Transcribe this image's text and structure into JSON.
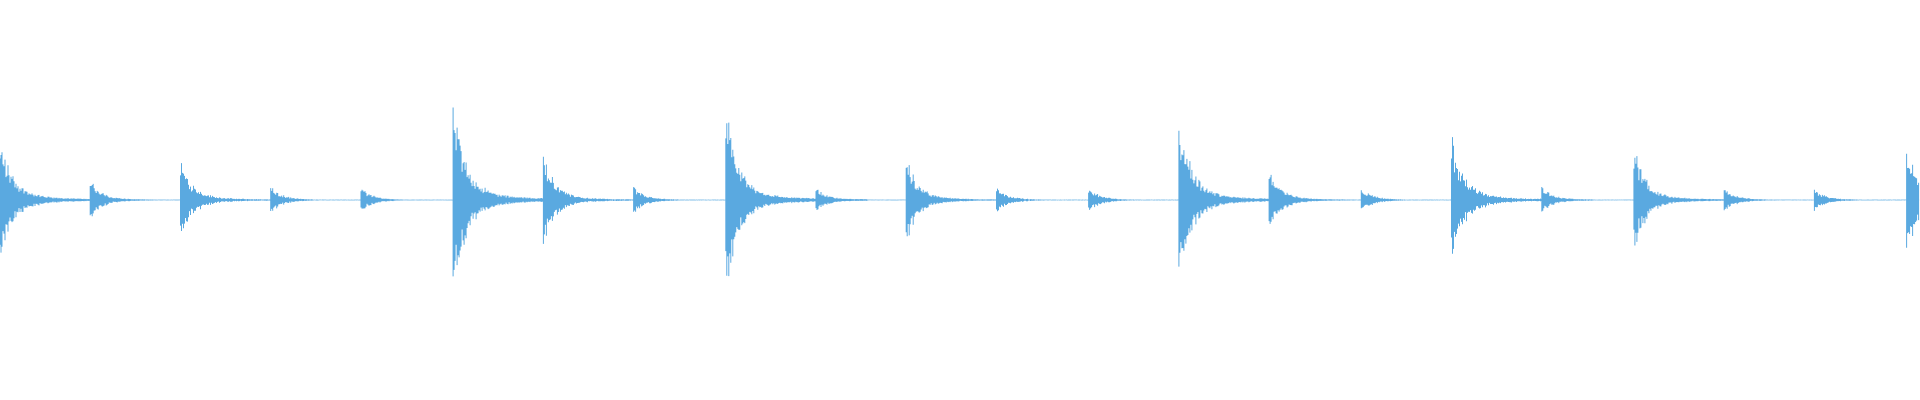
{
  "waveform": {
    "color": "#5aa9e0",
    "background": "#ffffff",
    "onsets": [
      {
        "t": 0.0,
        "amp": 0.62,
        "body": 0.85
      },
      {
        "t": 0.047,
        "amp": 0.2,
        "body": 0.55
      },
      {
        "t": 0.094,
        "amp": 0.43,
        "body": 0.65
      },
      {
        "t": 0.141,
        "amp": 0.14,
        "body": 0.5
      },
      {
        "t": 0.188,
        "amp": 0.13,
        "body": 0.45
      },
      {
        "t": 0.236,
        "amp": 1.0,
        "body": 0.85
      },
      {
        "t": 0.283,
        "amp": 0.47,
        "body": 0.6
      },
      {
        "t": 0.33,
        "amp": 0.14,
        "body": 0.45
      },
      {
        "t": 0.378,
        "amp": 0.94,
        "body": 0.85
      },
      {
        "t": 0.425,
        "amp": 0.13,
        "body": 0.5
      },
      {
        "t": 0.472,
        "amp": 0.43,
        "body": 0.65
      },
      {
        "t": 0.519,
        "amp": 0.14,
        "body": 0.45
      },
      {
        "t": 0.567,
        "amp": 0.13,
        "body": 0.45
      },
      {
        "t": 0.614,
        "amp": 0.83,
        "body": 0.85
      },
      {
        "t": 0.661,
        "amp": 0.31,
        "body": 0.6
      },
      {
        "t": 0.709,
        "amp": 0.13,
        "body": 0.45
      },
      {
        "t": 0.756,
        "amp": 0.65,
        "body": 0.85
      },
      {
        "t": 0.803,
        "amp": 0.14,
        "body": 0.5
      },
      {
        "t": 0.851,
        "amp": 0.55,
        "body": 0.65
      },
      {
        "t": 0.898,
        "amp": 0.14,
        "body": 0.45
      },
      {
        "t": 0.945,
        "amp": 0.12,
        "body": 0.45
      },
      {
        "t": 0.993,
        "amp": 0.57,
        "body": 0.85
      }
    ]
  }
}
